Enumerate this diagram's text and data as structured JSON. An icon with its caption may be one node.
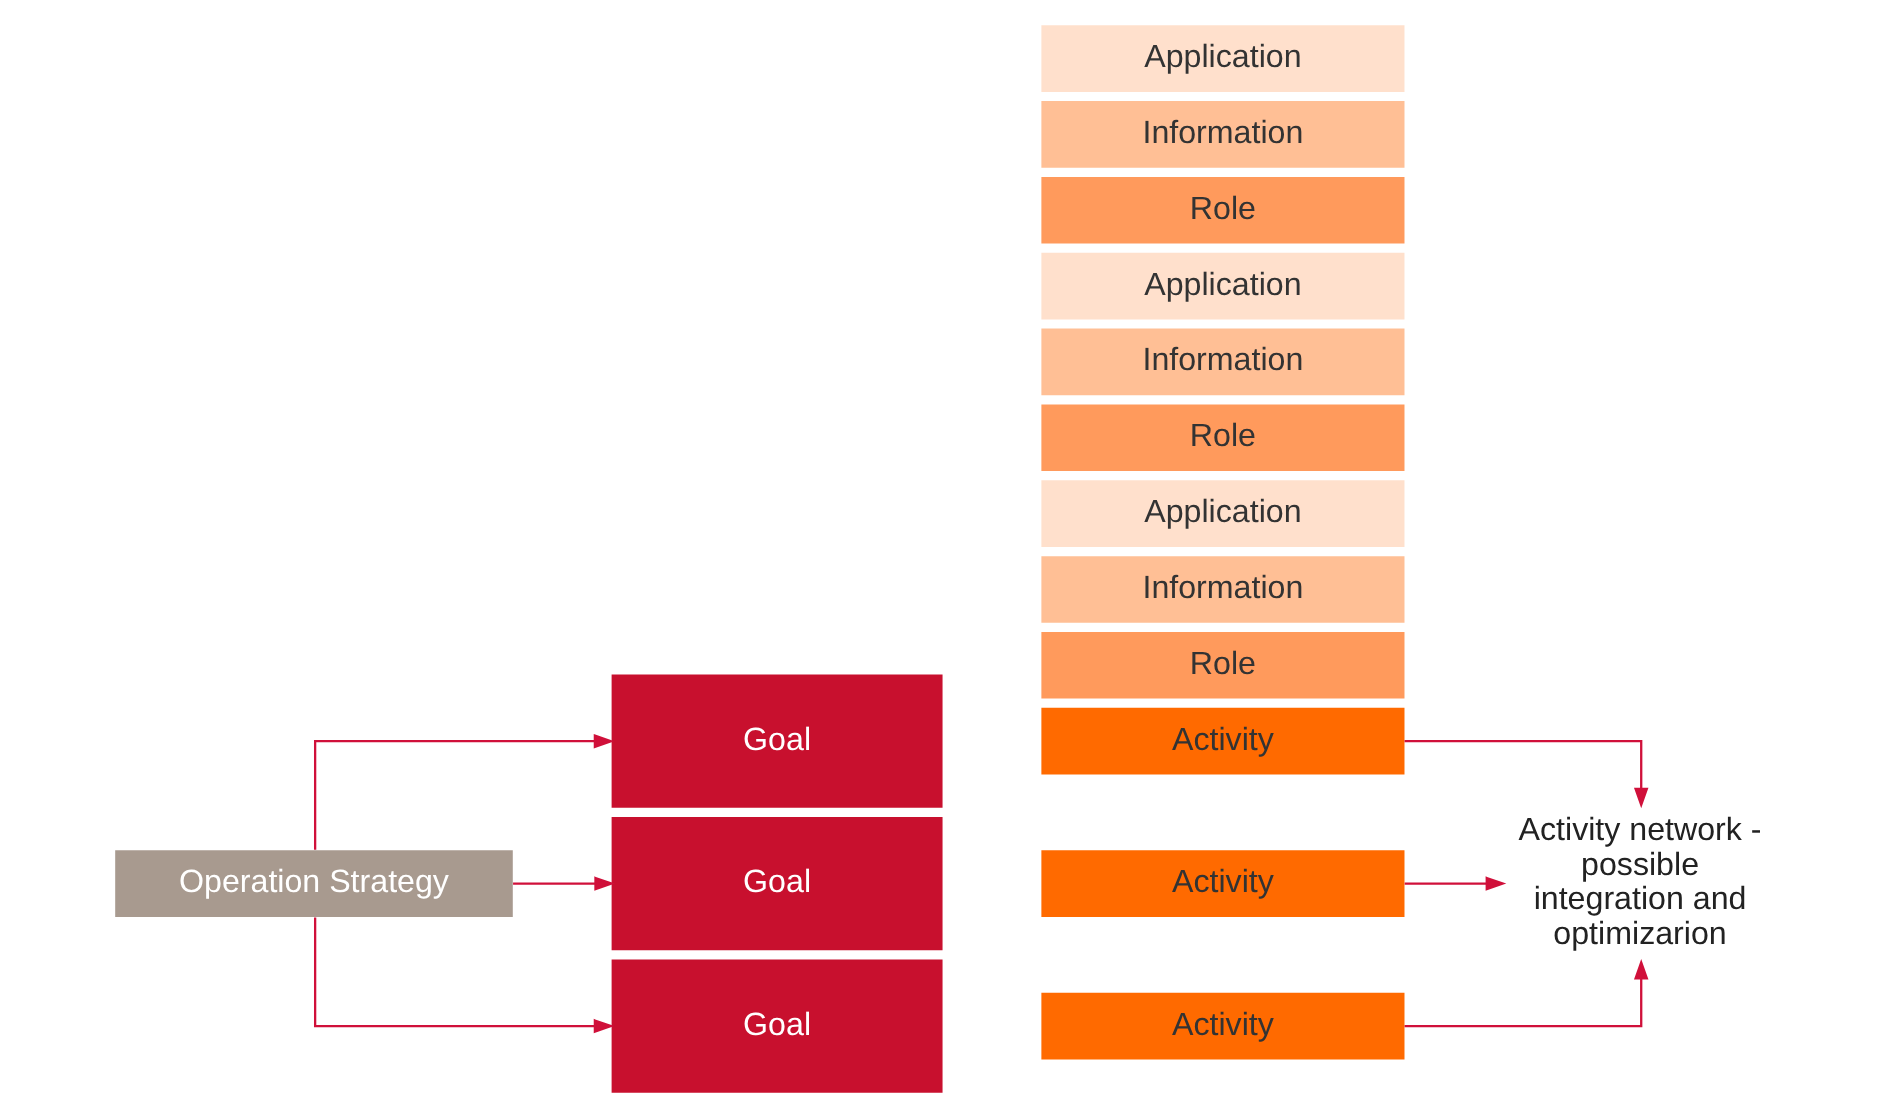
{
  "diagram": {
    "nodes": [
      {
        "text": [
          "Operation Strategy"
        ]
      },
      {
        "text": [
          "Goal"
        ]
      },
      {
        "text": [
          "Activity"
        ]
      },
      {
        "text": [
          "Role"
        ]
      },
      {
        "text": [
          "Information"
        ]
      },
      {
        "text": [
          "Application"
        ]
      },
      {
        "text": [
          "Goal"
        ]
      },
      {
        "text": [
          "Activity"
        ]
      },
      {
        "text": [
          "Role"
        ]
      },
      {
        "text": [
          "Information"
        ]
      },
      {
        "text": [
          "Application"
        ]
      },
      {
        "text": [
          "Goal"
        ]
      },
      {
        "text": [
          "Activity"
        ]
      },
      {
        "text": [
          "Role"
        ]
      },
      {
        "text": [
          "Information"
        ]
      },
      {
        "text": [
          "Application"
        ]
      },
      {
        "text": [
          "Activity network - possible integration and optimizarion"
        ]
      }
    ],
    "edges": [
      {
        "from": 0,
        "to": 1,
        "arrow": "to"
      },
      {
        "from": 0,
        "to": 6,
        "arrow": "to"
      },
      {
        "from": 0,
        "to": 11,
        "arrow": "to"
      },
      {
        "from": 2,
        "to": 16,
        "arrow": "to"
      },
      {
        "from": 7,
        "to": 16,
        "arrow": "to"
      },
      {
        "from": 12,
        "to": 16,
        "arrow": "to"
      }
    ]
  }
}
